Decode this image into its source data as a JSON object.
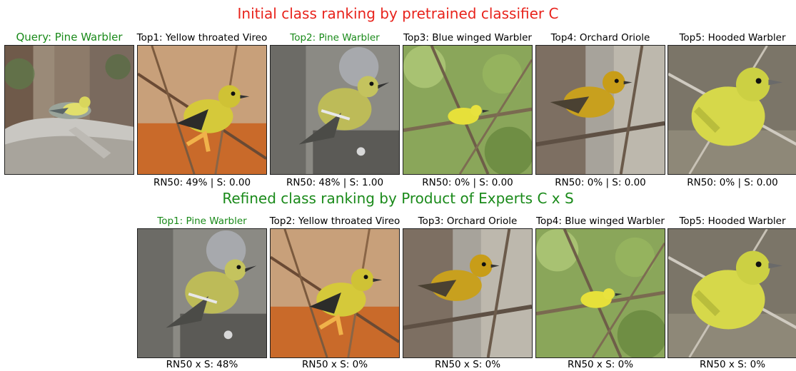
{
  "colors": {
    "title_initial": "#e8231c",
    "title_refined": "#1a8a1a",
    "correct": "#1a8a1a",
    "default": "#000000"
  },
  "initial": {
    "title": "Initial class ranking by pretrained classifier C",
    "query_label": "Query: Pine Warbler",
    "items": [
      {
        "label": "Top1: Yellow throated Vireo",
        "score": "RN50: 49% | S: 0.00",
        "correct": false
      },
      {
        "label": "Top2: Pine Warbler",
        "score": "RN50: 48% | S: 1.00",
        "correct": true
      },
      {
        "label": "Top3: Blue winged Warbler",
        "score": "RN50: 0% | S: 0.00",
        "correct": false
      },
      {
        "label": "Top4: Orchard Oriole",
        "score": "RN50: 0% | S: 0.00",
        "correct": false
      },
      {
        "label": "Top5: Hooded Warbler",
        "score": "RN50: 0% | S: 0.00",
        "correct": false
      }
    ]
  },
  "refined": {
    "title": "Refined class ranking by Product of Experts C x S",
    "items": [
      {
        "label": "Top1: Pine Warbler",
        "score": "RN50 x S: 48%",
        "correct": true
      },
      {
        "label": "Top2: Yellow throated Vireo",
        "score": "RN50 x S: 0%",
        "correct": false
      },
      {
        "label": "Top3: Orchard Oriole",
        "score": "RN50 x S: 0%",
        "correct": false
      },
      {
        "label": "Top4: Blue winged Warbler",
        "score": "RN50 x S: 0%",
        "correct": false
      },
      {
        "label": "Top5: Hooded Warbler",
        "score": "RN50 x S: 0%",
        "correct": false
      }
    ]
  }
}
